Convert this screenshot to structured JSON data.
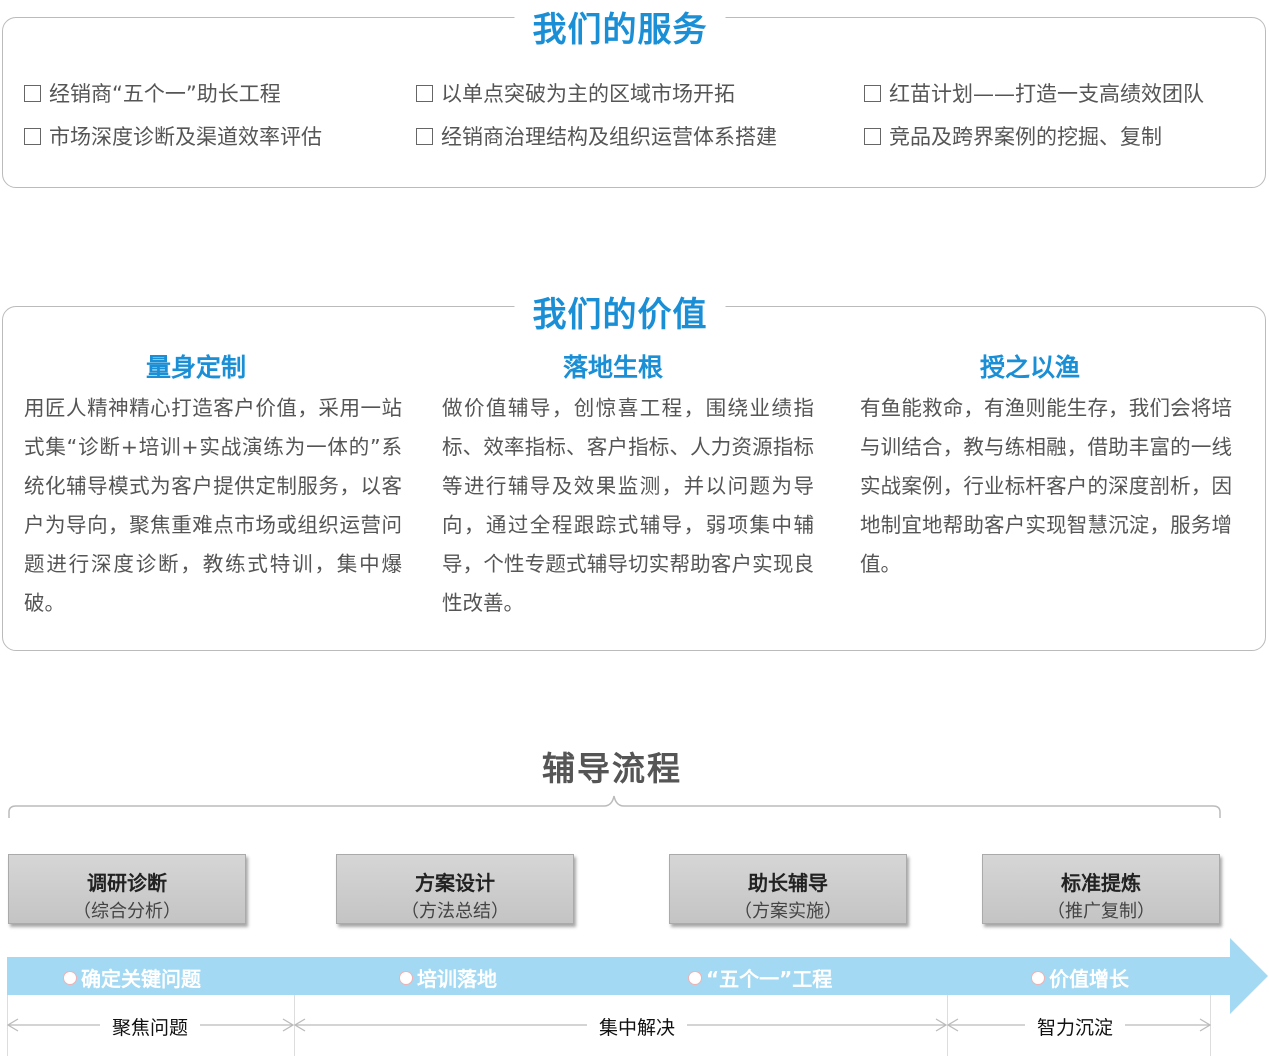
{
  "services": {
    "title": "我们的服务",
    "items": [
      "经销商“五个一”助长工程",
      "以单点突破为主的区域市场开拓",
      "红苗计划——打造一支高绩效团队",
      "市场深度诊断及渠道效率评估",
      "经销商治理结构及组织运营体系搭建",
      "竞品及跨界案例的挖掘、复制"
    ]
  },
  "values": {
    "title": "我们的价值",
    "columns": [
      {
        "heading": "量身定制",
        "text": "用匠人精神精心打造客户价值，采用一站式集“诊断+培训+实战演练为一体的”系统化辅导模式为客户提供定制服务，以客户为导向，聚焦重难点市场或组织运营问题进行深度诊断，教练式特训，集中爆破。"
      },
      {
        "heading": "落地生根",
        "text": "做价值辅导，创惊喜工程，围绕业绩指标、效率指标、客户指标、人力资源指标等进行辅导及效果监测，并以问题为导向，通过全程跟踪式辅导，弱项集中辅导，个性专题式辅导切实帮助客户实现良性改善。"
      },
      {
        "heading": "授之以渔",
        "text": "有鱼能救命，有渔则能生存，我们会将培与训结合，教与练相融，借助丰富的一线实战案例，行业标杆客户的深度剖析，因地制宜地帮助客户实现智慧沉淀，服务增值。"
      }
    ]
  },
  "process": {
    "title": "辅导流程",
    "steps": [
      {
        "name": "调研诊断",
        "sub": "（综合分析）"
      },
      {
        "name": "方案设计",
        "sub": "（方法总结）"
      },
      {
        "name": "助长辅导",
        "sub": "（方案实施）"
      },
      {
        "name": "标准提炼",
        "sub": "（推广复制）"
      }
    ],
    "milestones": [
      "确定关键问题",
      "培训落地",
      "“五个一”工程",
      "价值增长"
    ],
    "phases": [
      "聚焦问题",
      "集中解决",
      "智力沉淀"
    ],
    "colors": {
      "accent": "#1a8fd6",
      "band": "#a3d9f2"
    }
  }
}
